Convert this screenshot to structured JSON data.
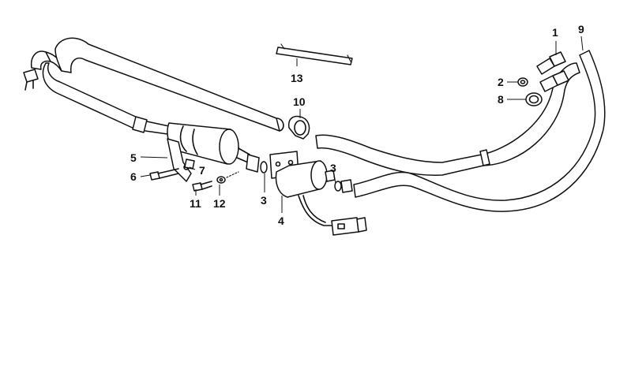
{
  "diagram": {
    "callouts": [
      {
        "id": "c1",
        "label": "1"
      },
      {
        "id": "c9",
        "label": "9"
      },
      {
        "id": "c2",
        "label": "2"
      },
      {
        "id": "c8",
        "label": "8"
      },
      {
        "id": "c13",
        "label": "13"
      },
      {
        "id": "c10",
        "label": "10"
      },
      {
        "id": "c5",
        "label": "5"
      },
      {
        "id": "c6",
        "label": "6"
      },
      {
        "id": "c7",
        "label": "7"
      },
      {
        "id": "c11",
        "label": "11"
      },
      {
        "id": "c12",
        "label": "12"
      },
      {
        "id": "c3a",
        "label": "3"
      },
      {
        "id": "c3b",
        "label": "3"
      },
      {
        "id": "c4",
        "label": "4"
      }
    ]
  }
}
